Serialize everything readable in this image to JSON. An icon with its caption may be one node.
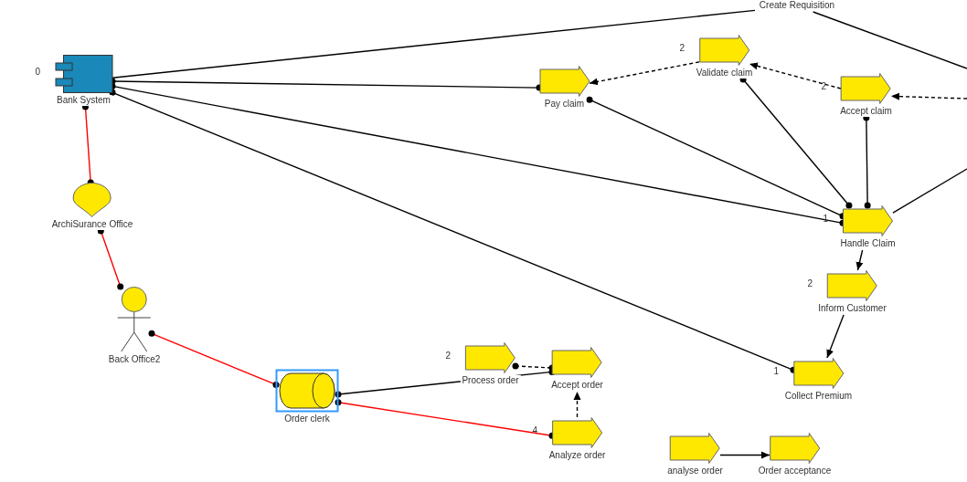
{
  "diagram": {
    "nodes": [
      {
        "text": [
          "Bank System"
        ],
        "beside": [
          "0"
        ]
      },
      {
        "text": [
          "Create Requisition"
        ]
      },
      {
        "text": [
          "Pay claim"
        ]
      },
      {
        "text": [
          "Validate claim"
        ],
        "beside": [
          "2"
        ]
      },
      {
        "text": [
          "Accept claim"
        ],
        "beside": [
          "2"
        ]
      },
      {
        "text": [
          "Handle Claim"
        ],
        "beside": [
          "1"
        ]
      },
      {
        "text": [
          "Inform Customer"
        ],
        "beside": [
          "2"
        ]
      },
      {
        "text": [
          "Collect Premium"
        ],
        "beside": [
          "1"
        ]
      },
      {
        "text": [
          "ArchiSurance Office"
        ]
      },
      {
        "text": [
          "Back Office2"
        ]
      },
      {
        "text": [
          "Order clerk"
        ]
      },
      {
        "text": [
          "Process order"
        ],
        "beside": [
          "2"
        ]
      },
      {
        "text": [
          "Accept order"
        ]
      },
      {
        "text": [
          "Analyze order"
        ],
        "beside": [
          "4"
        ]
      },
      {
        "text": [
          "analyse order"
        ]
      },
      {
        "text": [
          "Order acceptance"
        ]
      }
    ],
    "edges": [
      {
        "from": 0,
        "to": 1,
        "arrow": "none"
      },
      {
        "from": 0,
        "to": 2,
        "arrow": "other"
      },
      {
        "from": 0,
        "to": 5,
        "arrow": "other"
      },
      {
        "from": 0,
        "to": 7,
        "arrow": "other"
      },
      {
        "from": 0,
        "to": 8,
        "arrow": "other",
        "color": "#ff0000"
      },
      {
        "from": 8,
        "to": 9,
        "arrow": "other",
        "color": "#ff0000"
      },
      {
        "from": 9,
        "to": 10,
        "arrow": "other",
        "color": "#ff0000"
      },
      {
        "from": 10,
        "to": 12,
        "arrow": "other"
      },
      {
        "from": 10,
        "to": 13,
        "arrow": "other",
        "color": "#ff0000"
      },
      {
        "from": 11,
        "to": 12,
        "arrow": "other",
        "style": "dashed"
      },
      {
        "from": 13,
        "to": 12,
        "arrow": "to",
        "style": "dashed"
      },
      {
        "from": 3,
        "to": 2,
        "arrow": "to",
        "style": "dashed"
      },
      {
        "from": 4,
        "to": 3,
        "arrow": "to",
        "style": "dashed"
      },
      {
        "from": null,
        "to": 4,
        "arrow": "to",
        "style": "dashed"
      },
      {
        "from": 5,
        "to": 2,
        "arrow": "other"
      },
      {
        "from": 5,
        "to": 3,
        "arrow": "other"
      },
      {
        "from": 5,
        "to": 4,
        "arrow": "other"
      },
      {
        "from": 5,
        "to": 6,
        "arrow": "to"
      },
      {
        "from": 6,
        "to": 7,
        "arrow": "to"
      },
      {
        "from": 5,
        "to": null,
        "arrow": "none"
      },
      {
        "from": 1,
        "to": null,
        "arrow": "none"
      },
      {
        "from": 14,
        "to": 15,
        "arrow": "to"
      }
    ]
  }
}
